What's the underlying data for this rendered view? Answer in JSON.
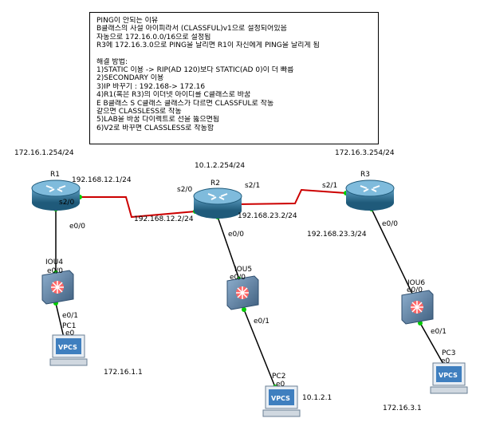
{
  "note": {
    "problem_lines": [
      "PING이 안되는 이유",
      "B클래스의 사설 아이피라서 (CLASSFUL)v1으로 설정되어있음",
      "자동으로 172.16.0.0/16으로 설정됨",
      "R3에 172.16.3.0으로 PING을 날리면 R1이 자신에게 PING을 날리게 됨"
    ],
    "solution_lines": [
      "해결 방법:",
      "1)STATIC 이용 -> RIP(AD 120)보다 STATIC(AD 0)이 더 빠름",
      "2)SECONDARY 이용",
      "3)IP 바꾸기 : 192.168-> 172.16",
      "4)R1(혹은 R3)의 이더넷 아이디를 C클래스로 바꿈",
      "E B클래스 S C클래스 클래스가 다르면 CLASSFUL로 작동",
      "같으면 CLASSLESS로 작동",
      "5)LAB을 바꿈 다이렉트로 선을 뚫으면됨",
      "6)V2로 바꾸면 CLASSLESS로 작동함"
    ]
  },
  "network": {
    "r1_lan": "172.16.1.254/24",
    "r2_lan": "10.1.2.254/24",
    "r3_lan": "172.16.3.254/24",
    "r1_r2_subnet": "192.168.12.1/24",
    "r1_r2_r2side": "192.168.12.2/24",
    "r2_r3_r2side": "192.168.23.2/24",
    "r2_r3_r3side": "192.168.23.3/24",
    "pc1_ip": "172.16.1.1",
    "pc2_ip": "10.1.2.1",
    "pc3_ip": "172.16.3.1"
  },
  "devices": {
    "r1": "R1",
    "r2": "R2",
    "r3": "R3",
    "iou4": "IOU4",
    "iou5": "IOU5",
    "iou6": "IOU6",
    "pc1": "PC1",
    "pc2": "PC2",
    "pc3": "PC3",
    "vpcs": "VPCS"
  },
  "interfaces": {
    "s2_0": "s2/0",
    "s2_1": "s2/1",
    "e0_0": "e0/0",
    "e0_1": "e0/1",
    "e0": "e0"
  },
  "colors": {
    "router_fill": "#2f6f91",
    "switch_fill": "#5f7f9f",
    "serial_link": "#cc0000",
    "ethernet_link": "#000000",
    "port_dot": "#00cc00"
  }
}
